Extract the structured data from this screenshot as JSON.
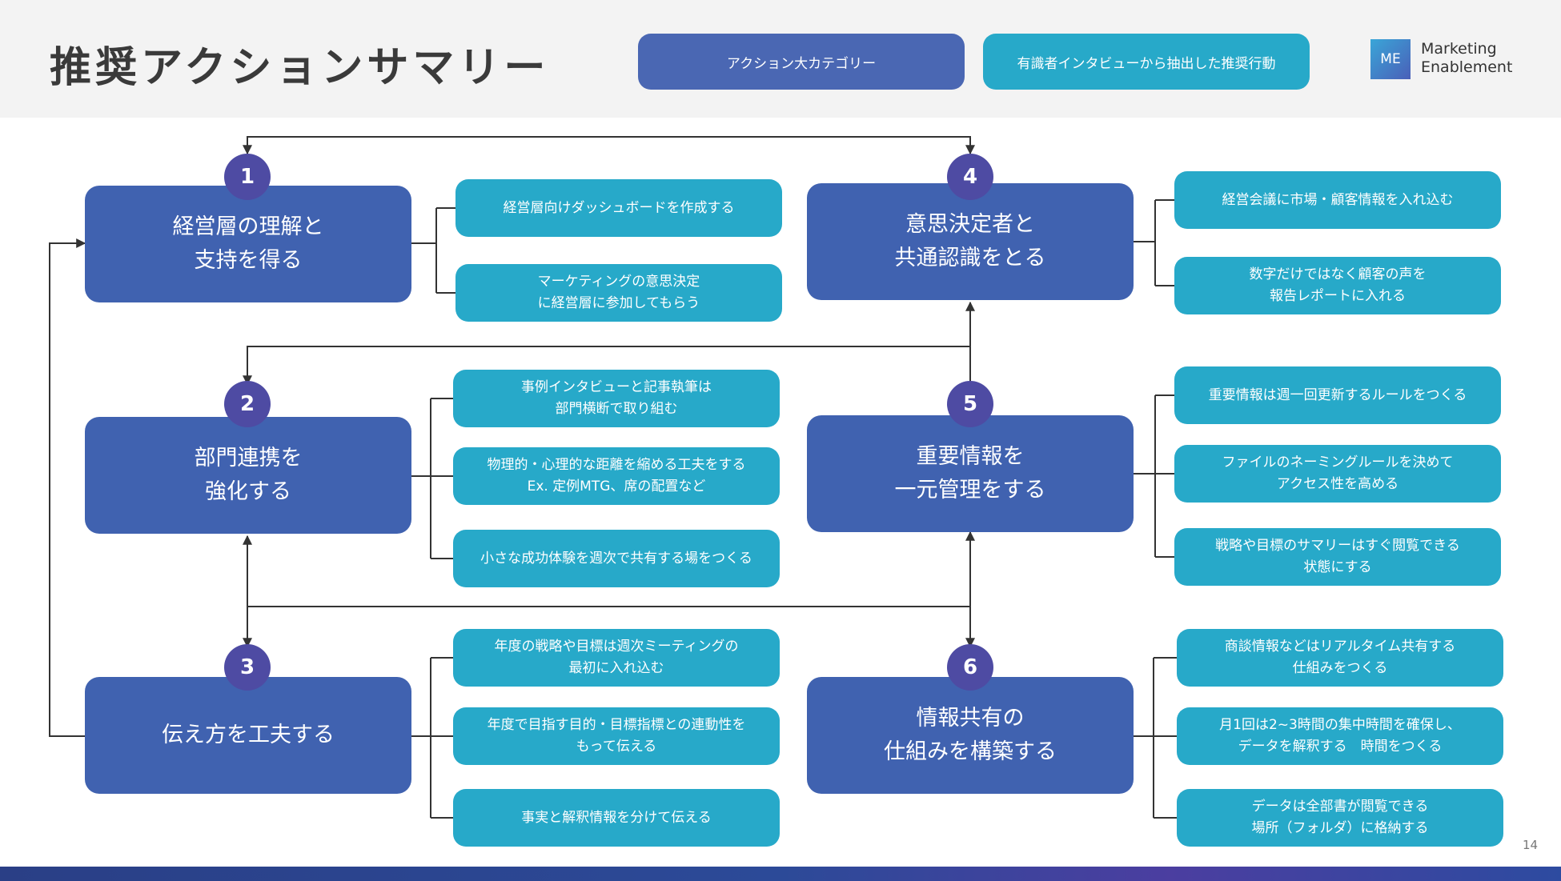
{
  "title": "推奨アクションサマリー",
  "legend": {
    "category_label": "アクション大カテゴリー",
    "action_label": "有識者インタビューから抽出した推奨行動",
    "category_color": "#4062b0",
    "action_color": "#27a9c9"
  },
  "logo": {
    "mark": "ME",
    "line1": "Marketing",
    "line2": "Enablement"
  },
  "categories": [
    {
      "number": "1",
      "line1": "経営層の理解と",
      "line2": "支持を得る",
      "actions": [
        {
          "line1": "経営層向けダッシュボードを作成する",
          "line2": ""
        },
        {
          "line1": "マーケティングの意思決定",
          "line2": "に経営層に参加してもらう"
        }
      ]
    },
    {
      "number": "2",
      "line1": "部門連携を",
      "line2": "強化する",
      "actions": [
        {
          "line1": "事例インタビューと記事執筆は",
          "line2": "部門横断で取り組む"
        },
        {
          "line1": "物理的・心理的な距離を縮める工夫をする",
          "line2": "Ex. 定例MTG、席の配置など"
        },
        {
          "line1": "小さな成功体験を週次で共有する場をつくる",
          "line2": ""
        }
      ]
    },
    {
      "number": "3",
      "line1": "伝え方を工夫する",
      "line2": "",
      "actions": [
        {
          "line1": "年度の戦略や目標は週次ミーティングの",
          "line2": "最初に入れ込む"
        },
        {
          "line1": "年度で目指す目的・目標指標との連動性を",
          "line2": "もって伝える"
        },
        {
          "line1": "事実と解釈情報を分けて伝える",
          "line2": ""
        }
      ]
    },
    {
      "number": "4",
      "line1": "意思決定者と",
      "line2": "共通認識をとる",
      "actions": [
        {
          "line1": "経営会議に市場・顧客情報を入れ込む",
          "line2": ""
        },
        {
          "line1": "数字だけではなく顧客の声を",
          "line2": "報告レポートに入れる"
        }
      ]
    },
    {
      "number": "5",
      "line1": "重要情報を",
      "line2": "一元管理をする",
      "actions": [
        {
          "line1": "重要情報は週一回更新するルールをつくる",
          "line2": ""
        },
        {
          "line1": "ファイルのネーミングルールを決めて",
          "line2": "アクセス性を高める"
        },
        {
          "line1": "戦略や目標のサマリーはすぐ閲覧できる",
          "line2": "状態にする"
        }
      ]
    },
    {
      "number": "6",
      "line1": "情報共有の",
      "line2": "仕組みを構築する",
      "actions": [
        {
          "line1": "商談情報などはリアルタイム共有する",
          "line2": "仕組みをつくる"
        },
        {
          "line1": "月1回は2~3時間の集中時間を確保し、",
          "line2": "データを解釈する　時間をつくる"
        },
        {
          "line1": "データは全部書が閲覧できる",
          "line2": "場所（フォルダ）に格納する"
        }
      ]
    }
  ],
  "page_number": "14"
}
